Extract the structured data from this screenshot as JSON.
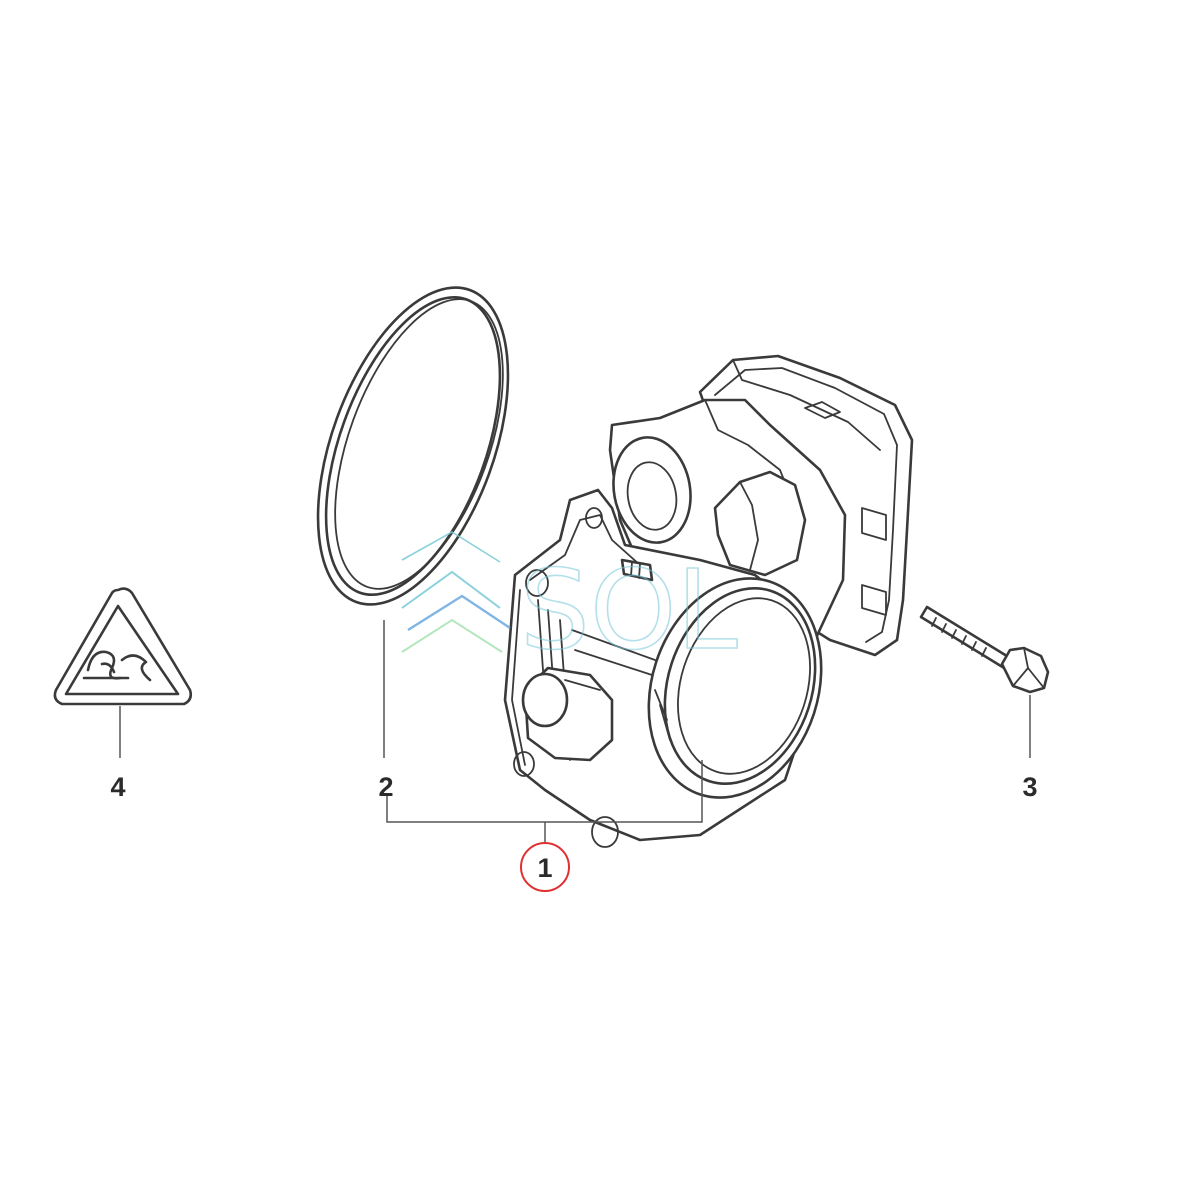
{
  "callouts": {
    "part_1": "1",
    "part_2": "2",
    "part_3": "3",
    "part_4": "4"
  },
  "watermark": {
    "text": "SOL",
    "colors": [
      "#77c8d8",
      "#6aa8e0",
      "#a6e3b0"
    ]
  },
  "colors": {
    "line": "#3a3a3a",
    "highlight_circle": "#e03030"
  }
}
